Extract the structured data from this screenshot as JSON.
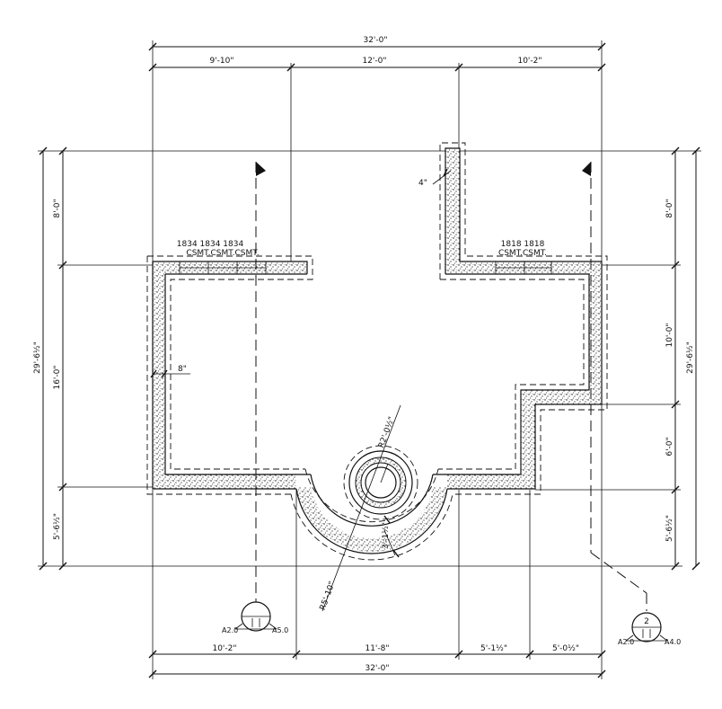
{
  "dimensions": {
    "top_overall": "32'-0\"",
    "top_left": "9'-10\"",
    "top_middle": "12'-0\"",
    "top_right": "10'-2\"",
    "bottom_left": "10'-2\"",
    "bottom_middle": "11'-8\"",
    "bottom_right_1": "5'-1½\"",
    "bottom_right_2": "5'-0½\"",
    "bottom_overall": "32'-0\"",
    "left_overall": "29'-6½\"",
    "left_top": "8'-0\"",
    "left_middle": "16'-0\"",
    "left_bottom": "5'-6½\"",
    "right_overall": "29'-6½\"",
    "right_top": "8'-0\"",
    "right_middle": "10'-0\"",
    "right_lower": "6'-0\"",
    "right_bottom": "5'-6½\""
  },
  "annotations": {
    "wall_thickness": "8\"",
    "slot_width": "4\"",
    "column_radius": "R2'-0½\"",
    "curve_radius": "R5'-10\"",
    "column_offset": "3'-1½\""
  },
  "windows": {
    "left_sizes": "1834  1834  1834",
    "left_types": "CSMT.CSMT.CSMT.",
    "right_sizes": "1818   1818",
    "right_types": "CSMT.CSMT."
  },
  "section_markers": {
    "left_number": "",
    "left_sheet_a": "A2.0",
    "left_sheet_b": "A5.0",
    "right_number": "2",
    "right_sheet_a": "A2.0",
    "right_sheet_b": "A4.0"
  }
}
